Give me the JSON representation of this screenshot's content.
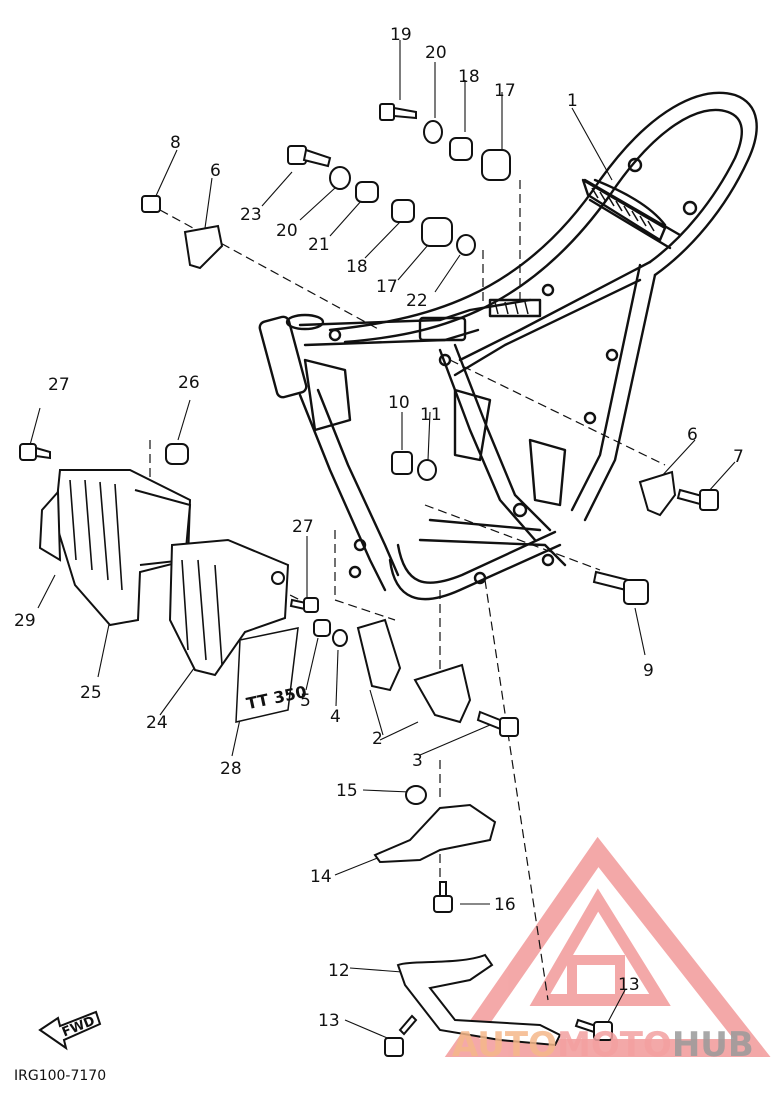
{
  "diagram": {
    "callouts": [
      {
        "num": "1"
      },
      {
        "num": "2"
      },
      {
        "num": "3"
      },
      {
        "num": "4"
      },
      {
        "num": "5"
      },
      {
        "num": "6"
      },
      {
        "num": "6"
      },
      {
        "num": "7"
      },
      {
        "num": "8"
      },
      {
        "num": "9"
      },
      {
        "num": "10"
      },
      {
        "num": "11"
      },
      {
        "num": "12"
      },
      {
        "num": "13"
      },
      {
        "num": "13"
      },
      {
        "num": "14"
      },
      {
        "num": "15"
      },
      {
        "num": "16"
      },
      {
        "num": "17"
      },
      {
        "num": "17"
      },
      {
        "num": "18"
      },
      {
        "num": "18"
      },
      {
        "num": "19"
      },
      {
        "num": "20"
      },
      {
        "num": "20"
      },
      {
        "num": "21"
      },
      {
        "num": "22"
      },
      {
        "num": "23"
      },
      {
        "num": "24"
      },
      {
        "num": "25"
      },
      {
        "num": "26"
      },
      {
        "num": "27"
      },
      {
        "num": "27"
      },
      {
        "num": "28"
      },
      {
        "num": "29"
      }
    ],
    "fwd_label": "FWD",
    "decal_text": "TT 350",
    "doc_code": "IRG100-7170"
  },
  "watermark": {
    "word_part1": "AUTO",
    "word_part2": "MOTO",
    "word_part3": "HUB",
    "color_part1": "#f5b88a",
    "color_part2": "#f3a0a0",
    "color_part3": "#9a9a9a",
    "logo_color": "#f08c8c"
  }
}
